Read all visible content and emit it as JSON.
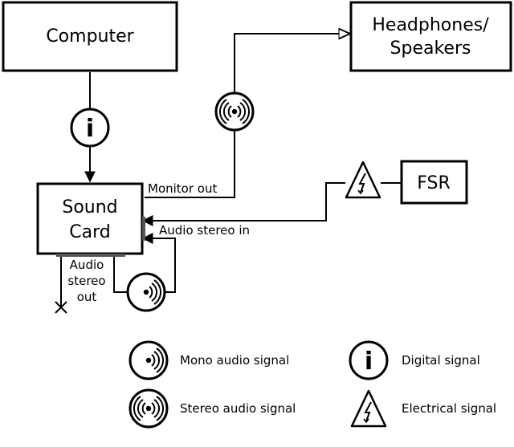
{
  "nodes": {
    "computer": "Computer",
    "headphones_line1": "Headphones/",
    "headphones_line2": "Speakers",
    "soundcard_line1": "Sound",
    "soundcard_line2": "Card",
    "fsr": "FSR"
  },
  "edges": {
    "monitor_out": "Monitor out",
    "audio_stereo_in": "Audio stereo in",
    "audio_stereo_out_line1": "Audio",
    "audio_stereo_out_line2": "stereo",
    "audio_stereo_out_line3": "out"
  },
  "legend": {
    "mono": "Mono audio signal",
    "stereo": "Stereo audio signal",
    "digital": "Digital signal",
    "electrical": "Electrical signal"
  },
  "icons": {
    "digital": "i"
  }
}
